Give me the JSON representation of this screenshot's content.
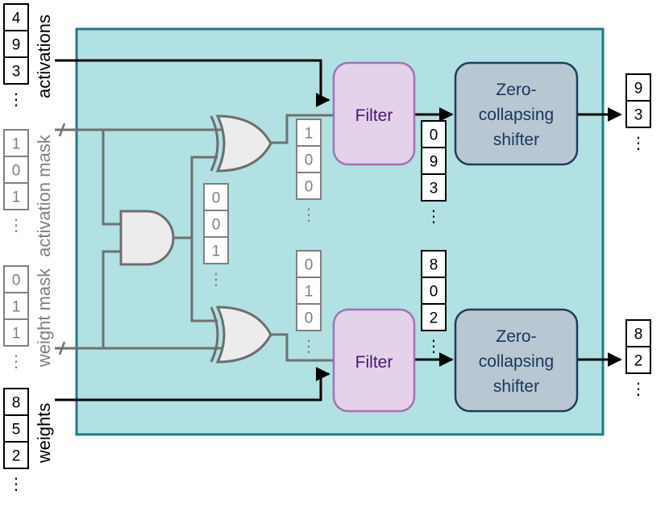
{
  "colors": {
    "container_fill": "#b1e1e3",
    "container_stroke": "#1f7c80",
    "filter_fill": "#e3d2ea",
    "filter_stroke": "#9d74b5",
    "filter_text": "#4a1572",
    "shifter_fill": "#b9c7d3",
    "shifter_stroke": "#1e3d5c",
    "shifter_text": "#17365d",
    "wire_gray": "#707070",
    "gate_fill": "#ececec",
    "gate_stroke": "#6e6e6e",
    "data_black": "#000000",
    "mask_gray": "#808080"
  },
  "inputs": {
    "activations": {
      "label": "activations",
      "values": [
        "4",
        "9",
        "3"
      ],
      "ellipsis": "⋮"
    },
    "activation_mask": {
      "label": "activation mask",
      "values": [
        "1",
        "0",
        "1"
      ],
      "ellipsis": "⋮"
    },
    "weight_mask": {
      "label": "weight mask",
      "values": [
        "0",
        "1",
        "1"
      ],
      "ellipsis": "⋮"
    },
    "weights": {
      "label": "weights",
      "values": [
        "8",
        "5",
        "2"
      ],
      "ellipsis": "⋮"
    }
  },
  "gates": {
    "and_gate": "and-gate-icon",
    "xor_top": "xor-gate-icon",
    "xor_bottom": "xor-gate-icon"
  },
  "intermediate": {
    "and_output": {
      "values": [
        "0",
        "0",
        "1"
      ],
      "ellipsis": "⋮"
    },
    "xor_top_output": {
      "values": [
        "1",
        "0",
        "0"
      ],
      "ellipsis": "⋮"
    },
    "xor_bottom_output": {
      "values": [
        "0",
        "1",
        "0"
      ],
      "ellipsis": "⋮"
    }
  },
  "blocks": {
    "filter_top": {
      "label": "Filter"
    },
    "filter_bottom": {
      "label": "Filter"
    },
    "shifter_top": {
      "line1": "Zero-",
      "line2": "collapsing",
      "line3": "shifter"
    },
    "shifter_bottom": {
      "line1": "Zero-",
      "line2": "collapsing",
      "line3": "shifter"
    }
  },
  "filter_outputs": {
    "top": {
      "values": [
        "0",
        "9",
        "3"
      ],
      "ellipsis": "⋮"
    },
    "bottom": {
      "values": [
        "8",
        "0",
        "2"
      ],
      "ellipsis": "⋮"
    }
  },
  "outputs": {
    "top": {
      "values": [
        "9",
        "3"
      ],
      "ellipsis": "⋮"
    },
    "bottom": {
      "values": [
        "8",
        "2"
      ],
      "ellipsis": "⋮"
    }
  }
}
